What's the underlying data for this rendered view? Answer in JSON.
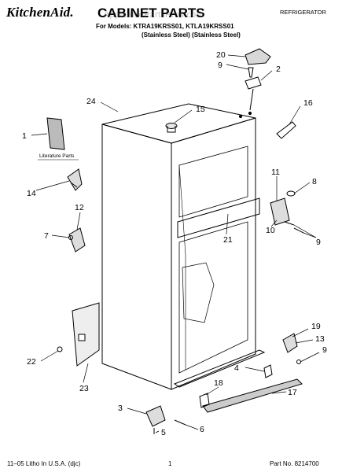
{
  "header": {
    "brand": "KitchenAid.",
    "title": "CABINET PARTS",
    "section": "REFRIGERATOR",
    "models_line1": "For Models: KTRA19KRSS01, KTLA19KRSS01",
    "models_line2": "(Stainless Steel)   (Stainless Steel)"
  },
  "watermark": "AppliancePartsPros.com",
  "literature_label": "Literature Parts",
  "callouts": [
    "20",
    "9",
    "2",
    "24",
    "15",
    "16",
    "1",
    "14",
    "11",
    "8",
    "12",
    "7",
    "21",
    "10",
    "9",
    "19",
    "13",
    "9",
    "22",
    "4",
    "23",
    "18",
    "17",
    "3",
    "5",
    "6"
  ],
  "footer": {
    "left": "11–05 Litho In U.S.A. (djc)",
    "page": "1",
    "right": "Part No. 8214700"
  }
}
